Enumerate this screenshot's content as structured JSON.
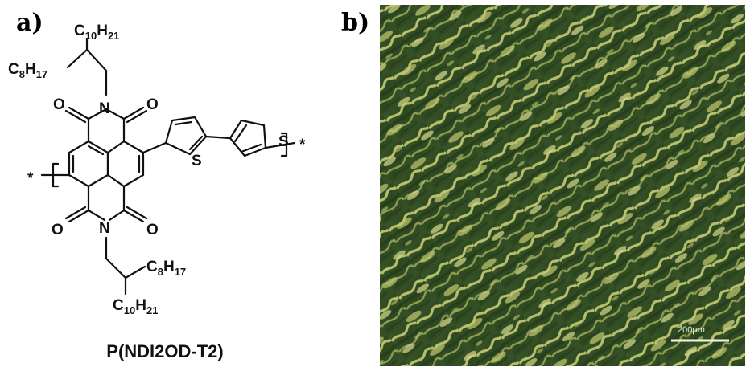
{
  "panels": {
    "a": {
      "label": "a)"
    },
    "b": {
      "label": "b)"
    }
  },
  "structure": {
    "compound_name": "P(NDI2OD-T2)",
    "top_side_chain": {
      "branch_upper": {
        "base": "C",
        "sub1": "10",
        "mid": "H",
        "sub2": "21"
      },
      "branch_lower": {
        "base": "C",
        "sub1": "8",
        "mid": "H",
        "sub2": "17"
      }
    },
    "bottom_side_chain": {
      "branch_upper": {
        "base": "C",
        "sub1": "8",
        "mid": "H",
        "sub2": "17"
      },
      "branch_lower": {
        "base": "C",
        "sub1": "10",
        "mid": "H",
        "sub2": "21"
      }
    },
    "atoms": {
      "n": "N",
      "o": "O",
      "s": "S",
      "end_mark": "*"
    }
  },
  "micrograph": {
    "scale_bar_label": "200µm",
    "colors": {
      "background": "#2f4a22",
      "dark_band": "#1f3618",
      "highlight": "#e8ec8a",
      "mid": "#6f8a3c"
    }
  }
}
